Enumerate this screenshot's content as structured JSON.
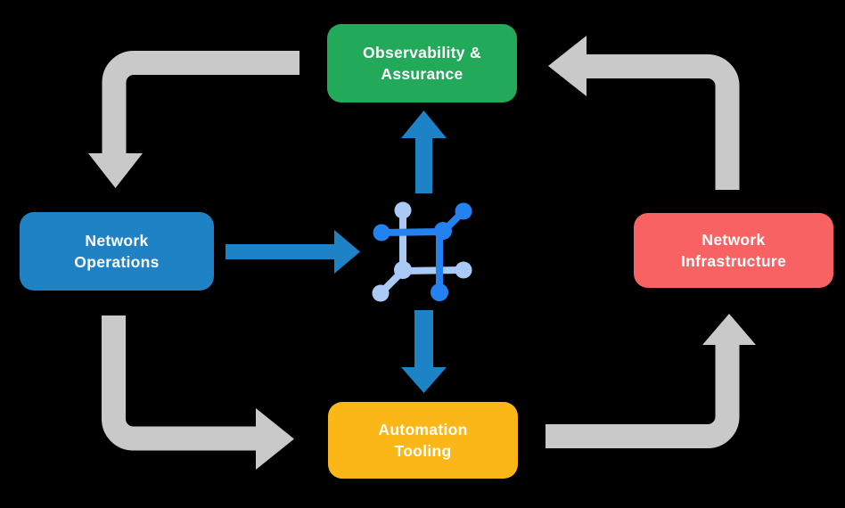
{
  "diagram": {
    "background": "#000000",
    "nodes": {
      "observability": {
        "line1": "Observability &",
        "line2": "Assurance",
        "color": "#23A95A"
      },
      "operations": {
        "line1": "Network",
        "line2": "Operations",
        "color": "#1E82C5"
      },
      "infrastructure": {
        "line1": "Network",
        "line2": "Infrastructure",
        "color": "#F86262"
      },
      "automation": {
        "line1": "Automation",
        "line2": "Tooling",
        "color": "#FAB717"
      }
    },
    "edges": [
      {
        "from": "observability",
        "to": "operations",
        "style": "gray-elbow"
      },
      {
        "from": "operations",
        "to": "automation",
        "style": "gray-elbow"
      },
      {
        "from": "automation",
        "to": "infrastructure",
        "style": "gray-elbow"
      },
      {
        "from": "infrastructure",
        "to": "observability",
        "style": "gray-elbow"
      },
      {
        "from": "operations",
        "to": "center-icon",
        "style": "blue-straight"
      },
      {
        "from": "center-icon",
        "to": "observability",
        "style": "blue-straight"
      },
      {
        "from": "center-icon",
        "to": "automation",
        "style": "blue-straight"
      }
    ],
    "center_icon": "network-nodes-icon",
    "colors": {
      "arrow_gray": "#C9C9C9",
      "arrow_blue": "#1D82C6",
      "icon_blue": "#2382F0",
      "icon_light_blue": "#A9CAF5",
      "node_text": "#FFFFFF"
    }
  }
}
